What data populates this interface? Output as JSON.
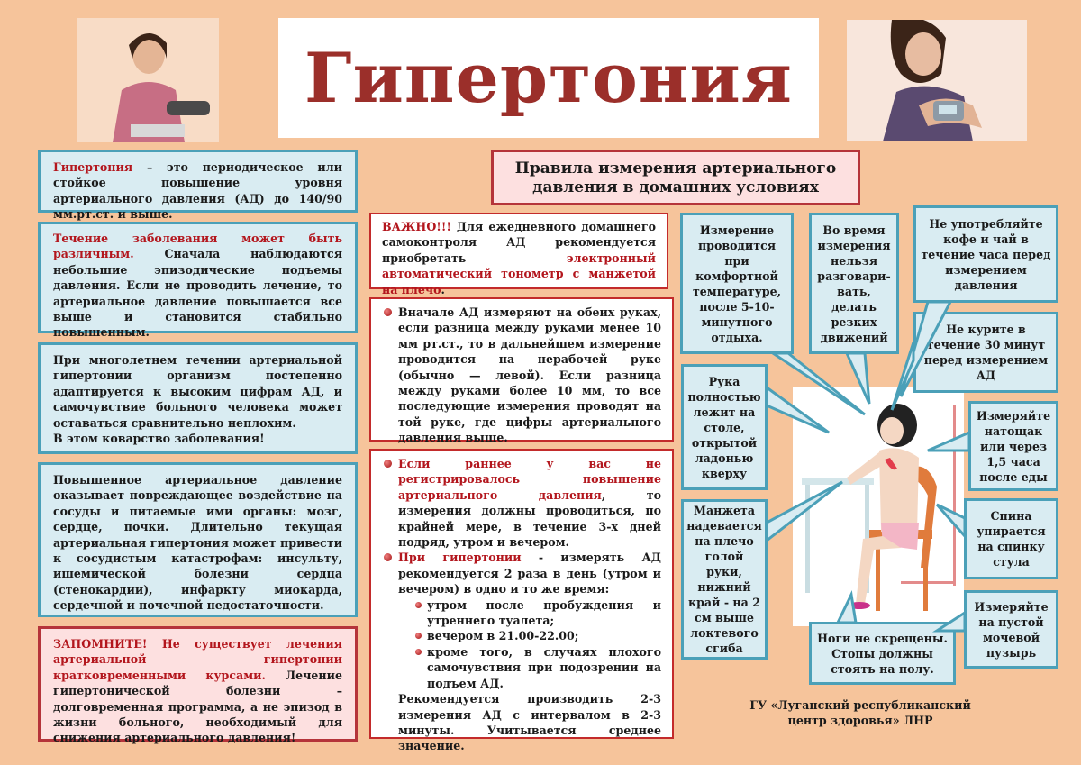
{
  "title": "Гипертония",
  "definition": {
    "term": "Гипертония",
    "text": " – это периодическое или стойкое повышение уровня артериального давления (АД) до 140/90 мм.рт.ст. и выше."
  },
  "course": {
    "lead": "Течение заболевания может быть различным.",
    "text": " Сначала наблюдаются небольшие эпизодические подъемы давления. Если не проводить лечение, то артериальное давление повышается все выше и становится стабильно повышенным."
  },
  "adaptation": {
    "text": "При многолетнем течении артериальной гипертонии организм постепенно адаптируется к высоким цифрам АД, и самочувствие больного человека может оставаться сравнительно неплохим.",
    "text2": "В этом коварство заболевания!"
  },
  "damage": {
    "text": "Повышенное артериальное давление оказывает повреждающее воздействие на сосуды и питаемые ими органы: мозг, сердце, почки. Длительно текущая артериальная гипертония может привести к сосудистым катастрофам: инсульту, ишемической болезни сердца (стенокардии), инфаркту миокарда, сердечной и почечной недостаточности."
  },
  "remember": {
    "lead": "ЗАПОМНИТЕ! Не существует лечения артериальной гипертонии кратковременными курсами.",
    "text": " Лечение гипертонической болезни – долговременная программа, а не эпизод в жизни больного, необходимый для снижения артериального давления!"
  },
  "rules_title": "Правила измерения артериального давления в домашних условиях",
  "important": {
    "lead": "ВАЖНО!!!",
    "text1": " Для ежедневного домашнего самоконтроля АД рекомендуется приобретать ",
    "highlight": "электронный автоматический тонометр с манжетой на плечо",
    "text2": "."
  },
  "both_arms": "Вначале АД измеряют на обеих руках, если разница между руками менее 10 мм рт.ст., то в дальнейшем измерение проводится на нерабочей руке (обычно — левой). Если разница между руками более 10 мм, то все последующие измерения проводят на той руке, где цифры артериального давления выше.",
  "schedule": {
    "p1_lead": "Если раннее у вас не регистрировалось повышение артериального давления",
    "p1_text": ", то измерения должны проводиться, по крайней мере, в течение 3-х дней подряд, утром и вечером.",
    "p2_lead": "При гипертонии",
    "p2_text": " - измерять АД рекомендуется 2 раза в день (утром и вечером) в одно и то же время:",
    "items": [
      "утром после пробуждения и утреннего туалета;",
      "вечером в 21.00-22.00;",
      "кроме того, в случаях плохого самочувствия при подозрении на подъем АД."
    ],
    "footer": "Рекомендуется производить 2-3 измерения АД с интервалом в 2-3 минуты. Учитывается среднее значение."
  },
  "bubbles": {
    "temp": "Измерение проводится при комфортной температуре, после 5-10-минутного отдыха.",
    "talk": "Во время измерения нельзя разговари-вать, делать резких движений",
    "coffee": "Не употребляйте кофе и чай в течение часа перед измерением давления",
    "smoke": "Не курите в течение 30 минут перед измерением АД",
    "hand": "Рука полностью лежит на столе, открытой ладонью кверху",
    "fasting": "Измеряйте натощак или через 1,5 часа после еды",
    "cuff": "Манжета надевается на плечо голой руки, нижний край - на 2 см выше локтевого сгиба",
    "back": "Спина упирается на спинку стула",
    "bladder": "Измеряйте на пустой мочевой пузырь",
    "legs": "Ноги не скрещены. Стопы должны стоять на полу."
  },
  "credit": "ГУ «Луганский республиканский центр здоровья» ЛНР",
  "colors": {
    "background": "#f6c49b",
    "title": "#9b2f2a",
    "accent_red": "#b3161d",
    "box_blue": "#4ba0b8",
    "box_fill": "#d9ecf2"
  }
}
